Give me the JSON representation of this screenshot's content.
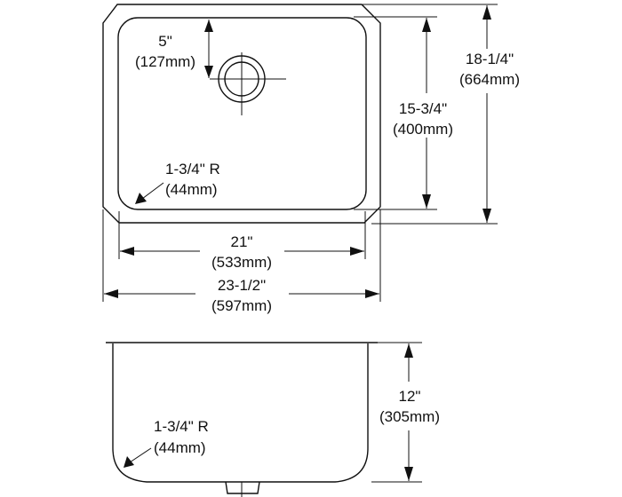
{
  "top_view": {
    "drain_offset": {
      "imperial": "5\"",
      "metric": "(127mm)"
    },
    "bowl_front_to_back": {
      "imperial": "15-3/4\"",
      "metric": "(400mm)"
    },
    "overall_front_to_back": {
      "imperial": "18-1/4\"",
      "metric": "(664mm)"
    },
    "corner_radius": {
      "imperial": "1-3/4\" R",
      "metric": "(44mm)"
    },
    "bowl_width": {
      "imperial": "21\"",
      "metric": "(533mm)"
    },
    "overall_width": {
      "imperial": "23-1/2\"",
      "metric": "(597mm)"
    }
  },
  "side_view": {
    "bowl_depth": {
      "imperial": "12\"",
      "metric": "(305mm)"
    },
    "corner_radius": {
      "imperial": "1-3/4\" R",
      "metric": "(44mm)"
    }
  },
  "colors": {
    "line": "#111111",
    "background": "#ffffff"
  }
}
